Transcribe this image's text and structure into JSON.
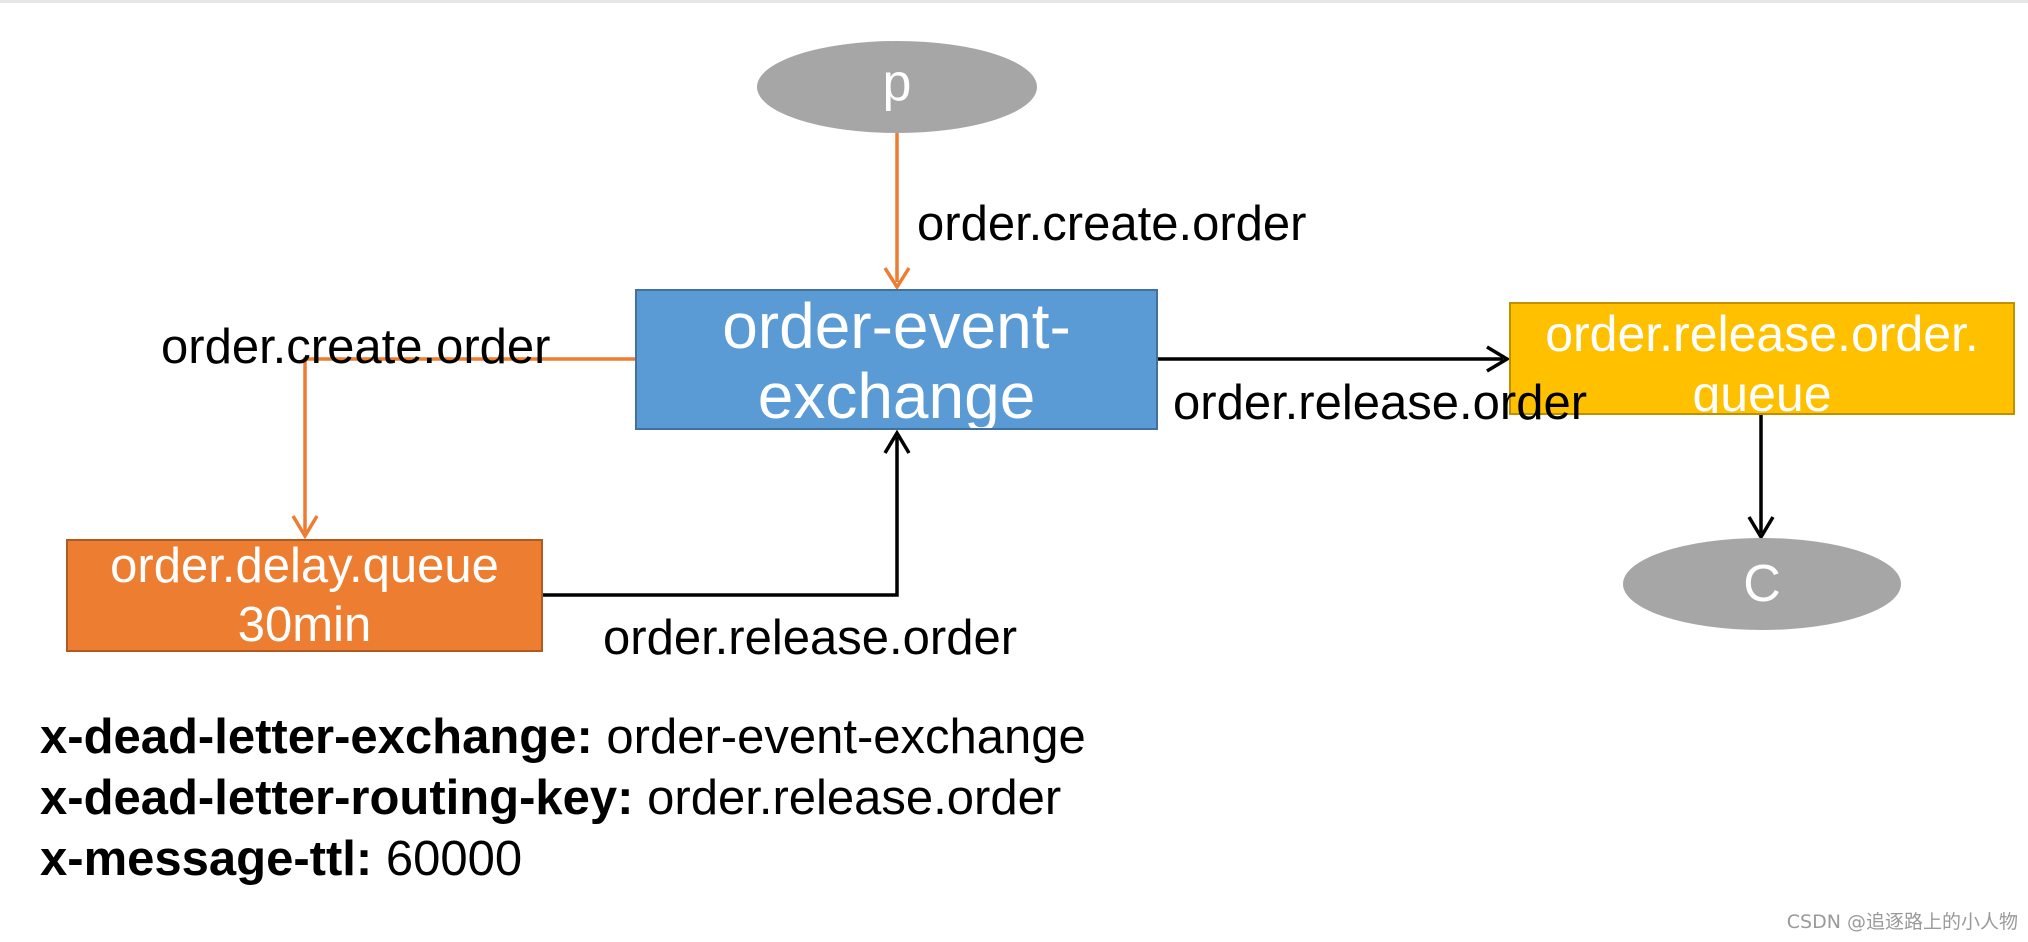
{
  "nodes": {
    "producer": "p",
    "consumer": "C",
    "exchange_line1": "order-event-",
    "exchange_line2": "exchange",
    "release_queue_line1": "order.release.order.",
    "release_queue_line2": "queue",
    "delay_queue_line1": "order.delay.queue",
    "delay_queue_line2": "30min"
  },
  "edges": {
    "producer_to_exchange": "order.create.order",
    "exchange_to_delay_queue": "order.create.order",
    "exchange_to_release_queue": "order.release.order",
    "delay_queue_to_exchange": "order.release.order"
  },
  "queue_arguments": [
    {
      "key": "x-dead-letter-exchange:",
      "value": "order-event-exchange"
    },
    {
      "key": "x-dead-letter-routing-key:",
      "value": "order.release.order"
    },
    {
      "key": "x-message-ttl:",
      "value": "60000"
    }
  ],
  "watermark": "CSDN @追逐路上的小人物",
  "colors": {
    "exchange": "#5b9bd5",
    "release_queue": "#ffc000",
    "delay_queue": "#ed7d31",
    "ellipse": "#a6a6a6",
    "orange_arrow": "#ed7d31",
    "black_arrow": "#000000"
  }
}
